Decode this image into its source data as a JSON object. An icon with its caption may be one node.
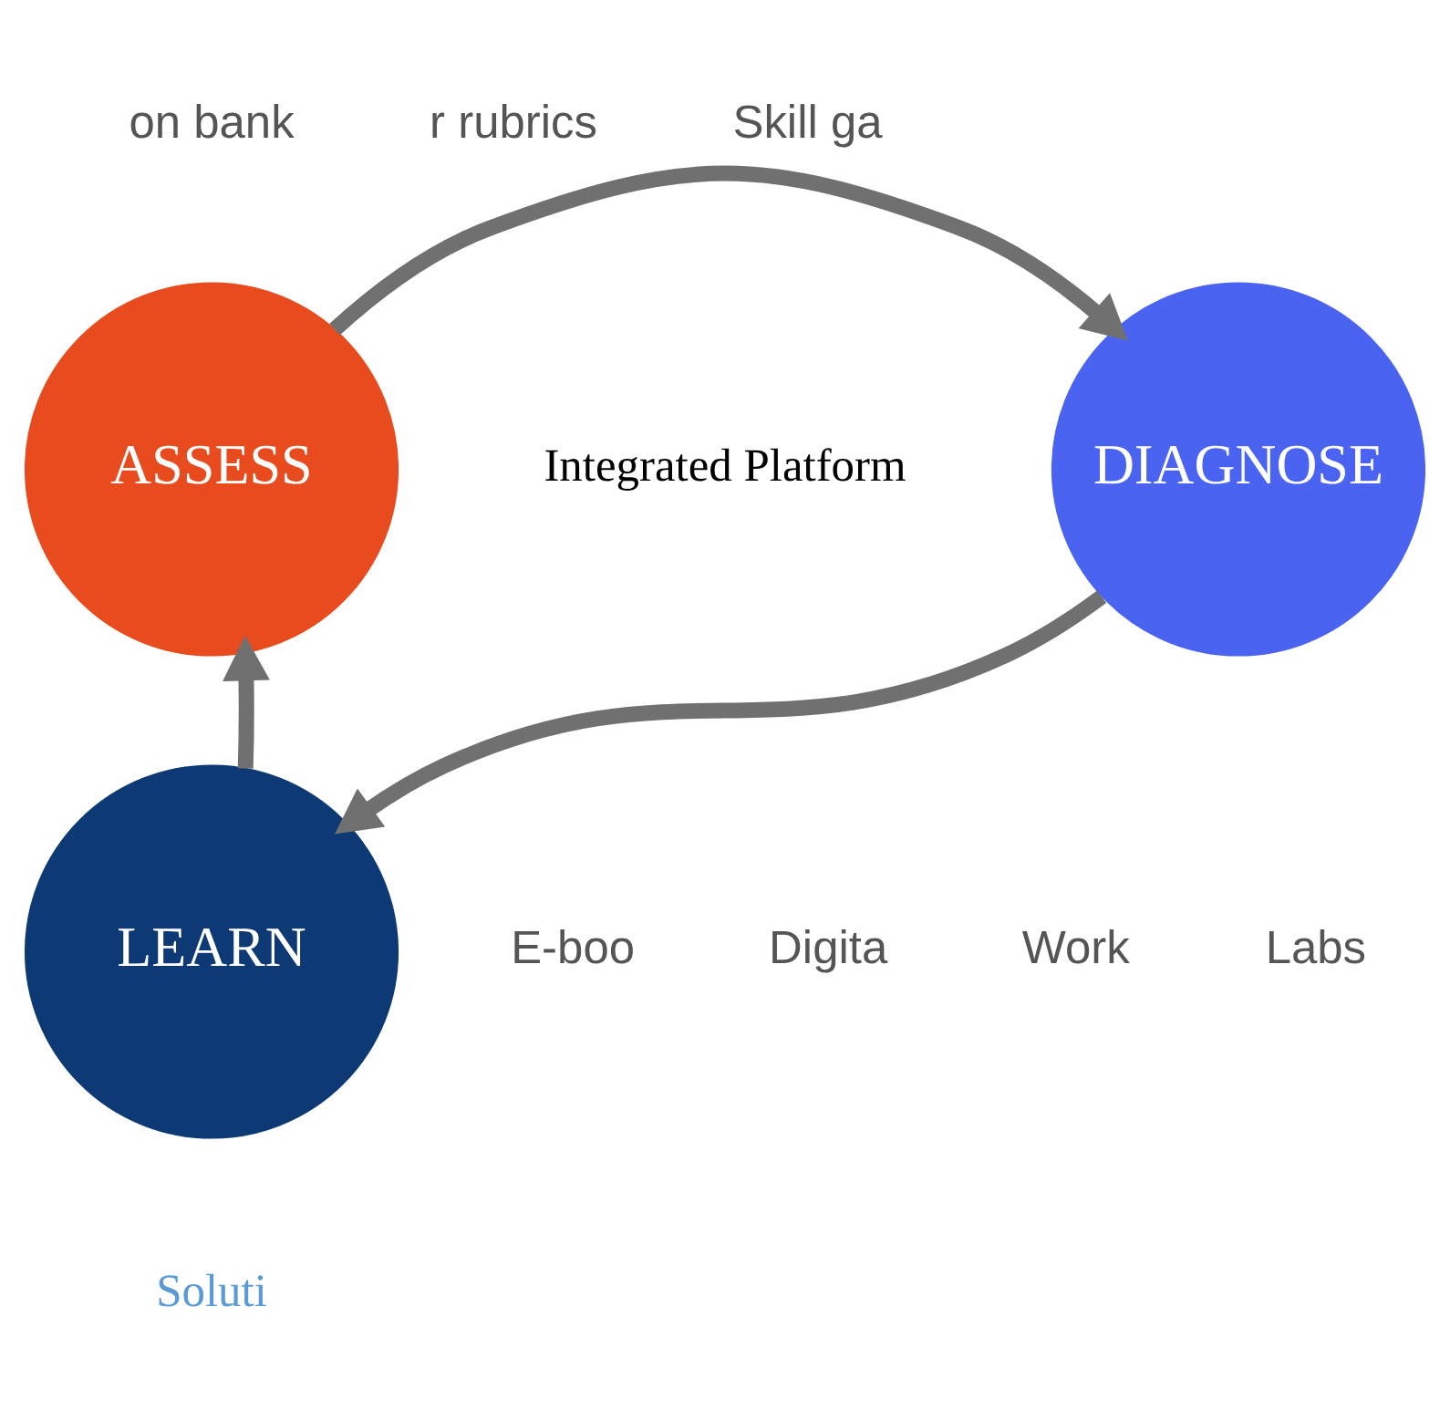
{
  "diagram": {
    "nodes": [
      {
        "text": [
          "ASSESS"
        ]
      },
      {
        "text": [
          "DIAGNOSE"
        ]
      },
      {
        "text": [
          "LEARN"
        ]
      }
    ],
    "edges": [
      {
        "from": 0,
        "to": 1,
        "arrow": "to"
      },
      {
        "from": 1,
        "to": 2,
        "arrow": "to"
      },
      {
        "from": 2,
        "to": 0,
        "arrow": "to"
      }
    ],
    "labels": [
      "on bank",
      "r rubrics",
      "Skill ga",
      "Integrated Platform",
      "E-boo",
      "Digita",
      "Work",
      "Labs",
      "Soluti"
    ]
  }
}
